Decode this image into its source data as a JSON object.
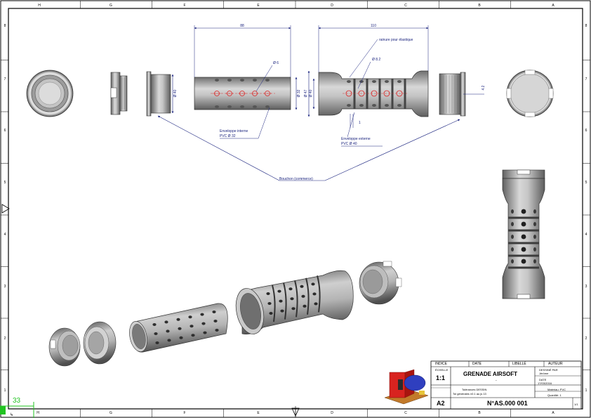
{
  "border": {
    "top_letters": [
      "H",
      "G",
      "F",
      "E",
      "D",
      "C",
      "B",
      "A"
    ],
    "bottom_letters": [
      "H",
      "G",
      "F",
      "E",
      "D",
      "C",
      "B",
      "A"
    ],
    "side_numbers": [
      "8",
      "7",
      "6",
      "5",
      "4",
      "3",
      "2",
      "1"
    ]
  },
  "dimensions": {
    "inner_length": "88",
    "outer_length": "110",
    "hole_inner": "Ø 6",
    "hole_outer": "Ø 8.2",
    "inner_left_diam": "Ø 40",
    "inner_tube_diam": "Ø 32",
    "outer_diam_1": "Ø 47",
    "outer_diam_2": "Ø 40",
    "right_cap_dim": "4.2",
    "small_dim": "1"
  },
  "callouts": {
    "elastic_slot": "rainure pour élastique",
    "inner_envelope_line1": "Enveloppe interne",
    "inner_envelope_line2": "PVC Ø 32",
    "outer_envelope_line1": "Enveloppe externe",
    "outer_envelope_line2": "PVC Ø 40",
    "seal_caps": "Bouchon (commerce)"
  },
  "title_block": {
    "headers": {
      "index": "INDICE",
      "date": "DATE",
      "label": "LIBELLÉ",
      "author": "AUTEUR"
    },
    "scale_label": "ÉCHELLE",
    "scale": "1:1",
    "title": "GRENADE AIRSOFT",
    "subtitle": "-",
    "author_box_l1": "DESSINÉ PAR",
    "author_box_l2": "Jérôme",
    "date_box_l1": "DATE",
    "date_box_l2": "17/03/2016",
    "general_tol_l1": "Tolérances DESSIN",
    "general_tol_l2": "Tol générales ±0.1 au js 13",
    "material": "Matériau: PVC",
    "quantity": "Quantité: 1",
    "format": "A2",
    "drawing_number": "N°AS.000 001",
    "sheet": "1/1"
  },
  "corner_overlay": {
    "value": "33"
  }
}
